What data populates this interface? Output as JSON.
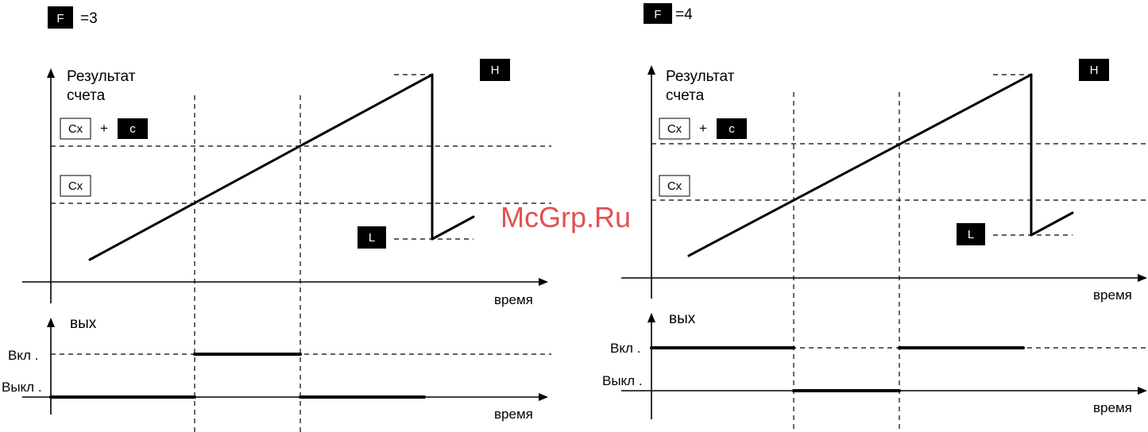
{
  "watermark": "McGrp.Ru",
  "left": {
    "mode_key": "F",
    "mode_value": "=3",
    "result_label_line1": "Результат",
    "result_label_line2": "счета",
    "cx_plus_label": "Cx",
    "plus_sign": "+",
    "c_label": "c",
    "cx_label": "Cx",
    "h_label": "H",
    "l_label": "L",
    "time_label_top": "время",
    "output_label": "вых",
    "on_label": "Вкл .",
    "off_label": "Выкл .",
    "time_label_bottom": "время"
  },
  "right": {
    "mode_key": "F",
    "mode_value": "=4",
    "result_label_line1": "Результат",
    "result_label_line2": "счета",
    "cx_plus_label": "Cx",
    "plus_sign": "+",
    "c_label": "c",
    "cx_label": "Cx",
    "h_label": "H",
    "l_label": "L",
    "time_label_top": "время",
    "output_label": "вых",
    "on_label": "Вкл .",
    "off_label": "Выкл .",
    "time_label_bottom": "время"
  }
}
